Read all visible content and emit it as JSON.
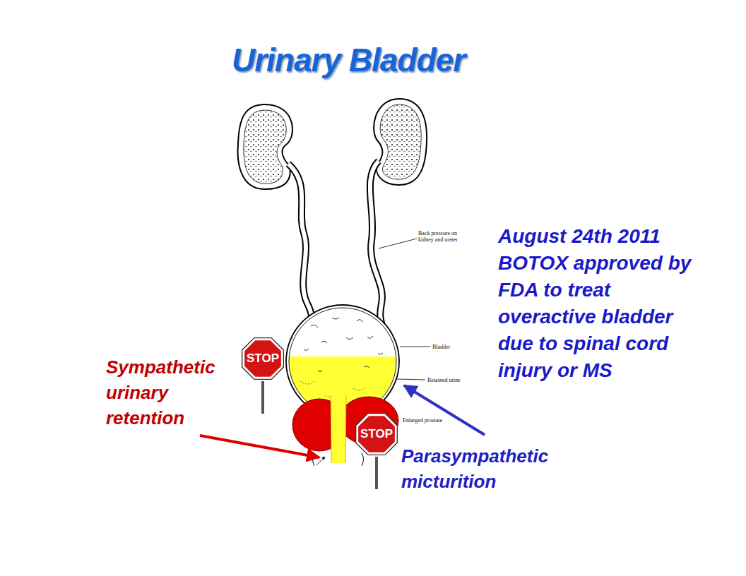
{
  "diagram": {
    "title": "Urinary Bladder",
    "nodes": [
      {
        "text": [
          "STOP"
        ]
      },
      {
        "text": [
          "STOP"
        ]
      }
    ],
    "labels": [
      "Back pressure on kidney and ureter",
      "Bladder",
      "Retained urine",
      "Enlarged prostate",
      "Sympathetic urinary retention",
      "Parasympathetic micturition",
      "August 24th 2011 BOTOX approved by FDA to treat overactive bladder due to spinal cord injury or MS"
    ]
  }
}
